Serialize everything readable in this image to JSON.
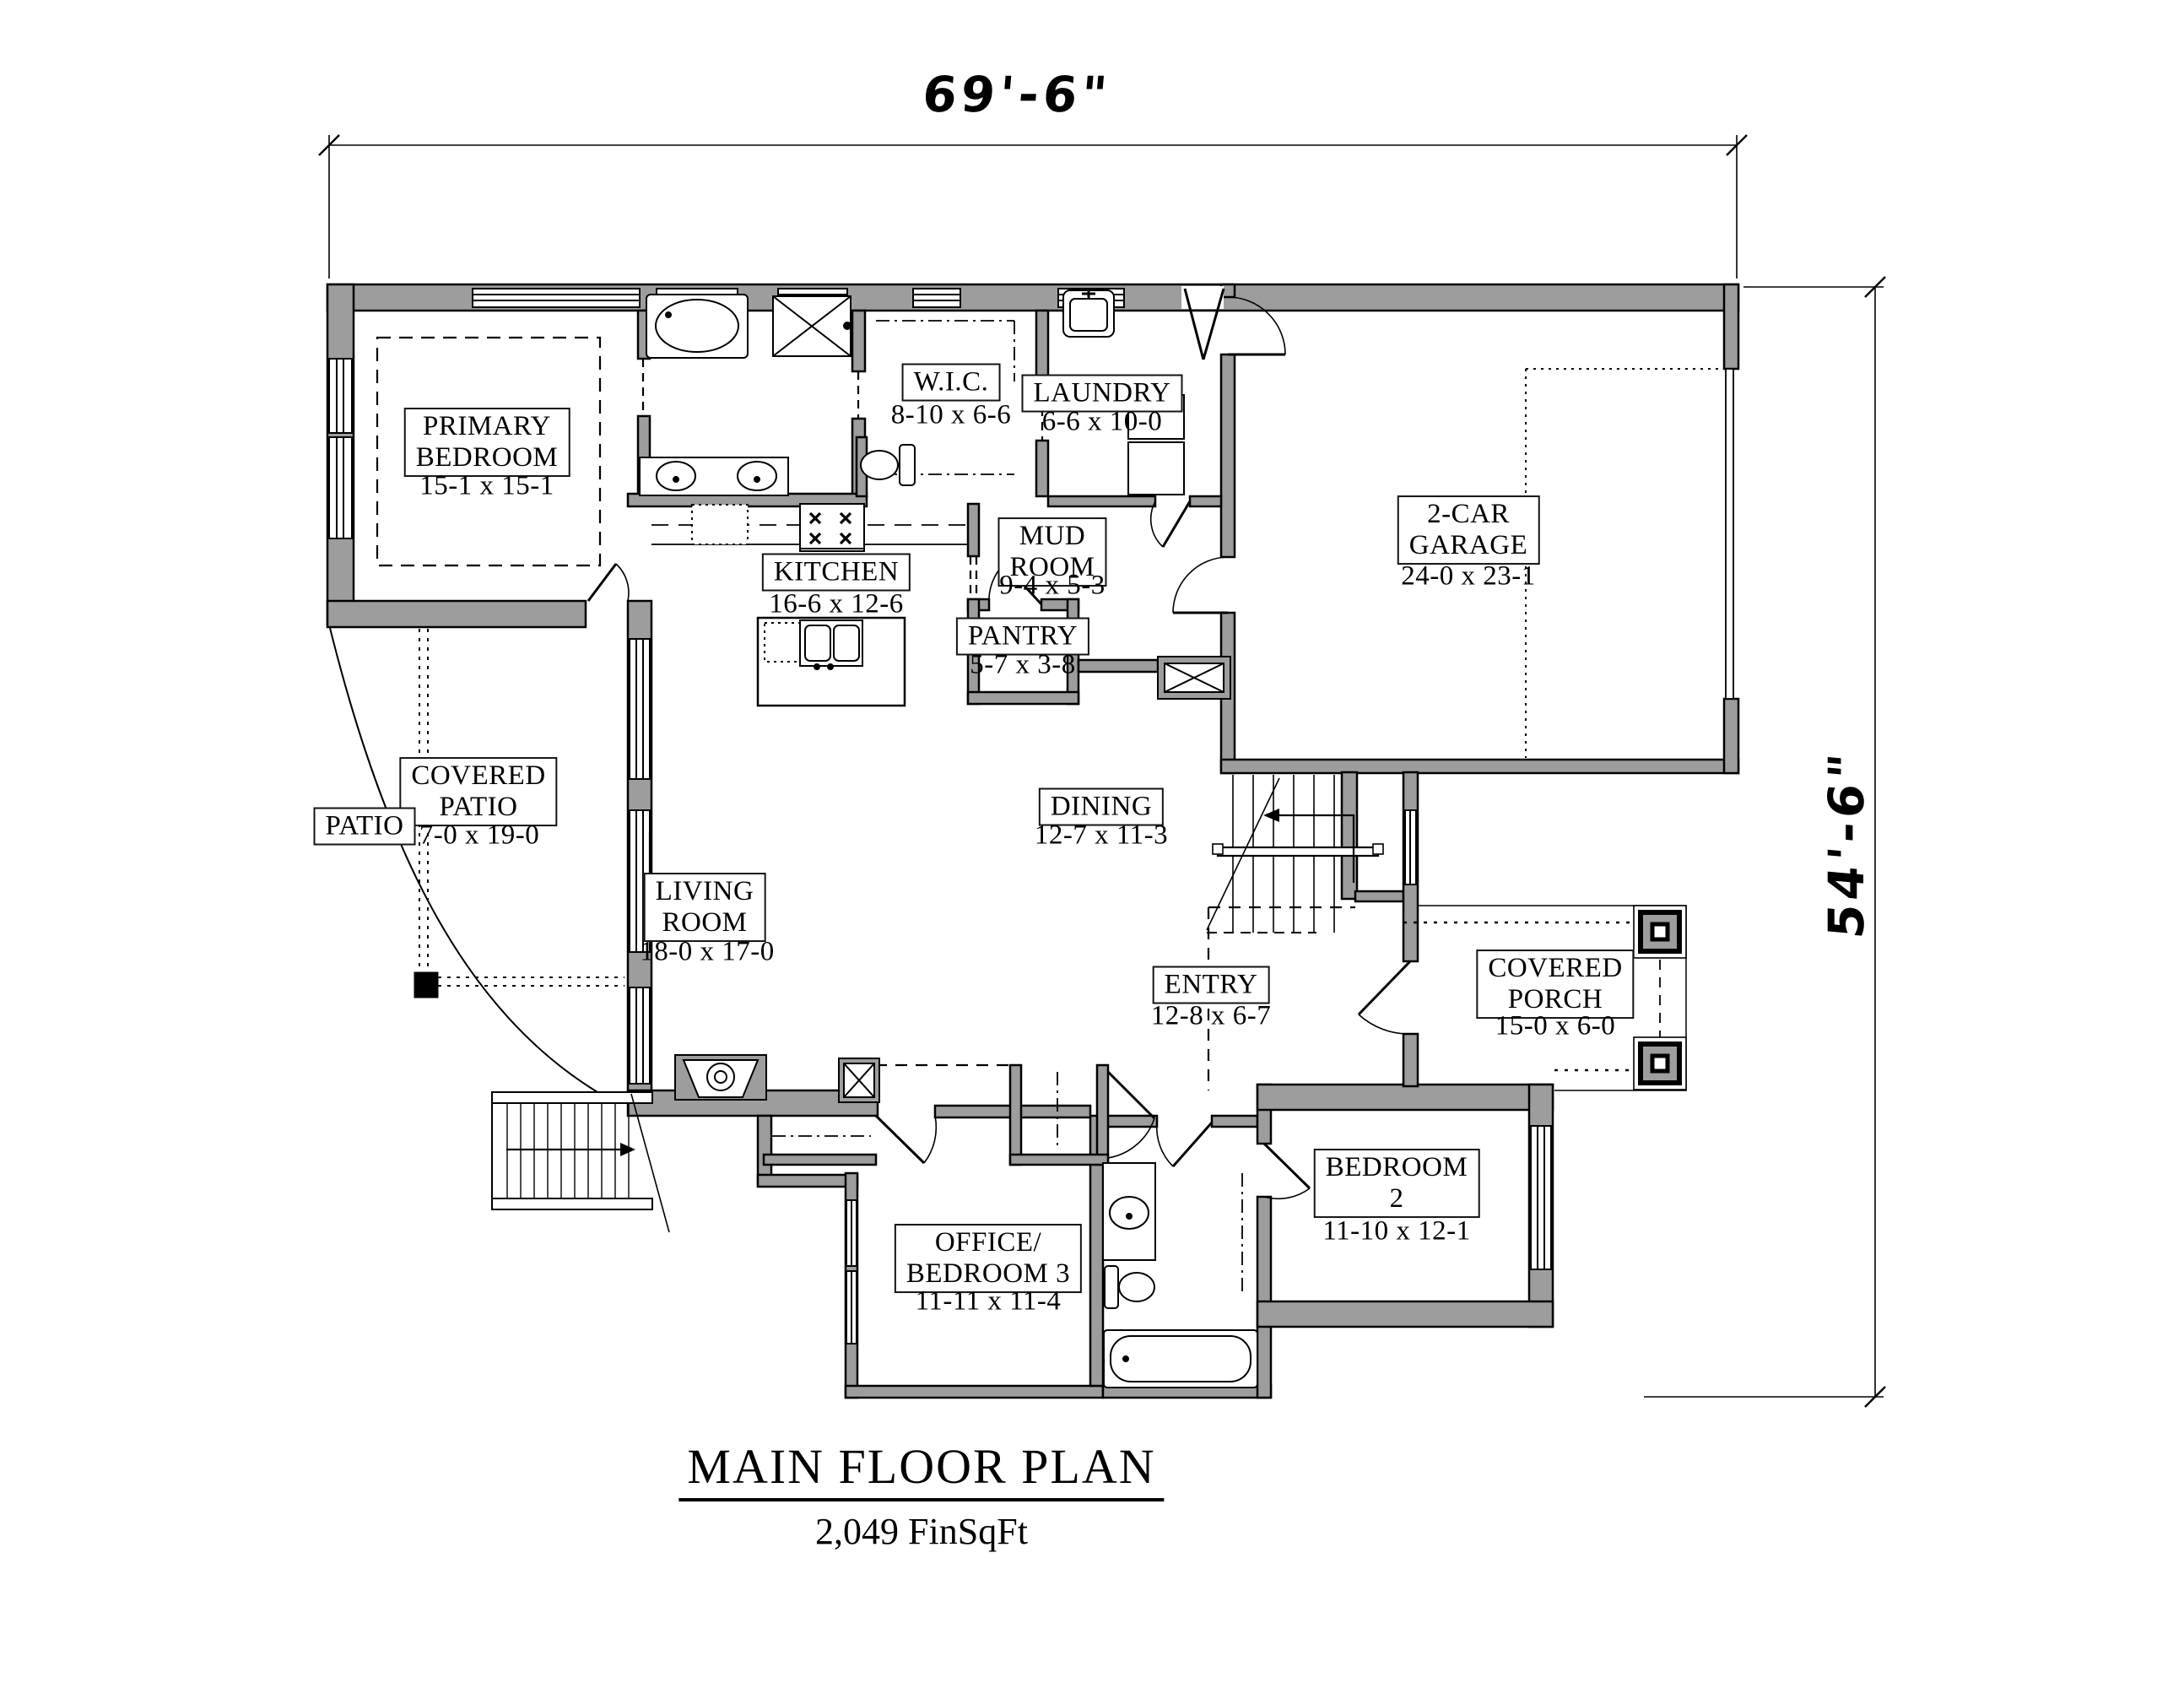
{
  "plan": {
    "title": "MAIN FLOOR PLAN",
    "subtitle": "2,049 FinSqFt",
    "overall": {
      "width": "69'-6\"",
      "height": "54'-6\""
    },
    "rooms": [
      {
        "id": "primary-bedroom",
        "lines": [
          "PRIMARY",
          "BEDROOM"
        ],
        "dims": "15-1 x 15-1"
      },
      {
        "id": "wic",
        "lines": [
          "W.I.C."
        ],
        "dims": "8-10 x 6-6"
      },
      {
        "id": "laundry",
        "lines": [
          "LAUNDRY"
        ],
        "dims": "6-6 x 10-0"
      },
      {
        "id": "mud-room",
        "lines": [
          "MUD",
          "ROOM"
        ],
        "dims": "9-4 x 5-3"
      },
      {
        "id": "pantry",
        "lines": [
          "PANTRY"
        ],
        "dims": "5-7 x 3-8"
      },
      {
        "id": "kitchen",
        "lines": [
          "KITCHEN"
        ],
        "dims": "16-6 x 12-6"
      },
      {
        "id": "garage",
        "lines": [
          "2-CAR",
          "GARAGE"
        ],
        "dims": "24-0 x 23-1"
      },
      {
        "id": "dining",
        "lines": [
          "DINING"
        ],
        "dims": "12-7 x 11-3"
      },
      {
        "id": "living-room",
        "lines": [
          "LIVING",
          "ROOM"
        ],
        "dims": "18-0 x 17-0"
      },
      {
        "id": "covered-patio",
        "lines": [
          "COVERED",
          "PATIO"
        ],
        "dims": "7-0 x 19-0"
      },
      {
        "id": "patio",
        "lines": [
          "PATIO"
        ]
      },
      {
        "id": "entry",
        "lines": [
          "ENTRY"
        ],
        "dims": "12-8 x 6-7"
      },
      {
        "id": "covered-porch",
        "lines": [
          "COVERED",
          "PORCH"
        ],
        "dims": "15-0 x 6-0"
      },
      {
        "id": "bedroom-2",
        "lines": [
          "BEDROOM",
          "2"
        ],
        "dims": "11-10 x 12-1"
      },
      {
        "id": "office-bedroom-3",
        "lines": [
          "OFFICE/",
          "BEDROOM 3"
        ],
        "dims": "11-11 x 11-4"
      }
    ],
    "fixtures": [
      "bathtub",
      "shower",
      "double-vanity-sinks",
      "toilet",
      "walk-in-closet-rods",
      "laundry-sink",
      "washer-dryer",
      "refrigerator",
      "range-cooktop",
      "kitchen-island",
      "island-sink",
      "dishwasher",
      "fireplace",
      "basement-stairs",
      "exterior-steps",
      "porch-columns",
      "hall-bath-vanity",
      "hall-bath-toilet",
      "hall-bath-tub",
      "coat-closet",
      "garage-door",
      "patio-post"
    ],
    "colors": {
      "wall_fill": "#9d9d9d",
      "line": "#000000",
      "background": "#ffffff"
    }
  }
}
